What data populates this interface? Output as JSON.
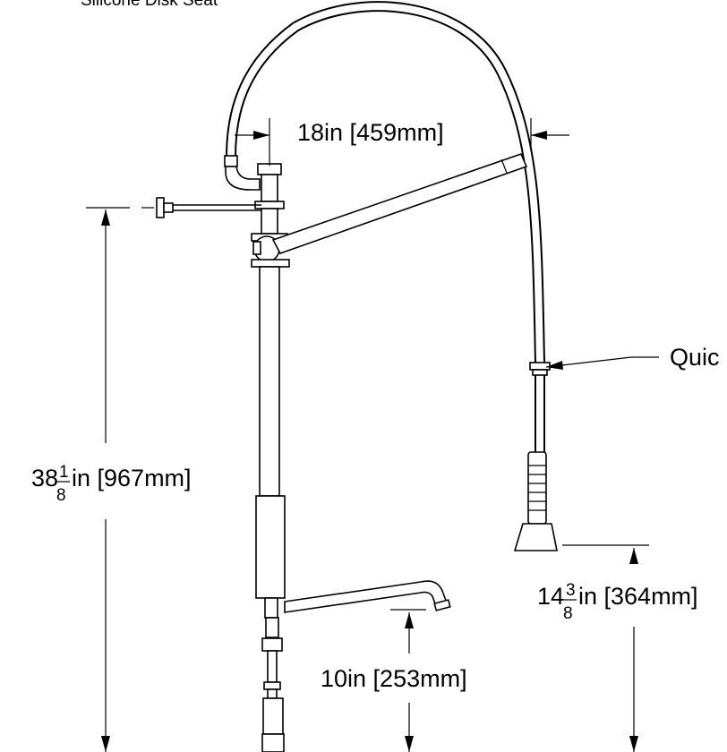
{
  "labels": {
    "silicone": "Silicone Disk Seat",
    "quick": "Quic",
    "reach_width": "18in [459mm]",
    "overall_height": {
      "whole": "38",
      "num": "1",
      "den": "8",
      "rest": "in [967mm]"
    },
    "spray_height": {
      "whole": "14",
      "num": "3",
      "den": "8",
      "rest": "in [364mm]"
    },
    "spout_height": "10in [253mm]"
  }
}
